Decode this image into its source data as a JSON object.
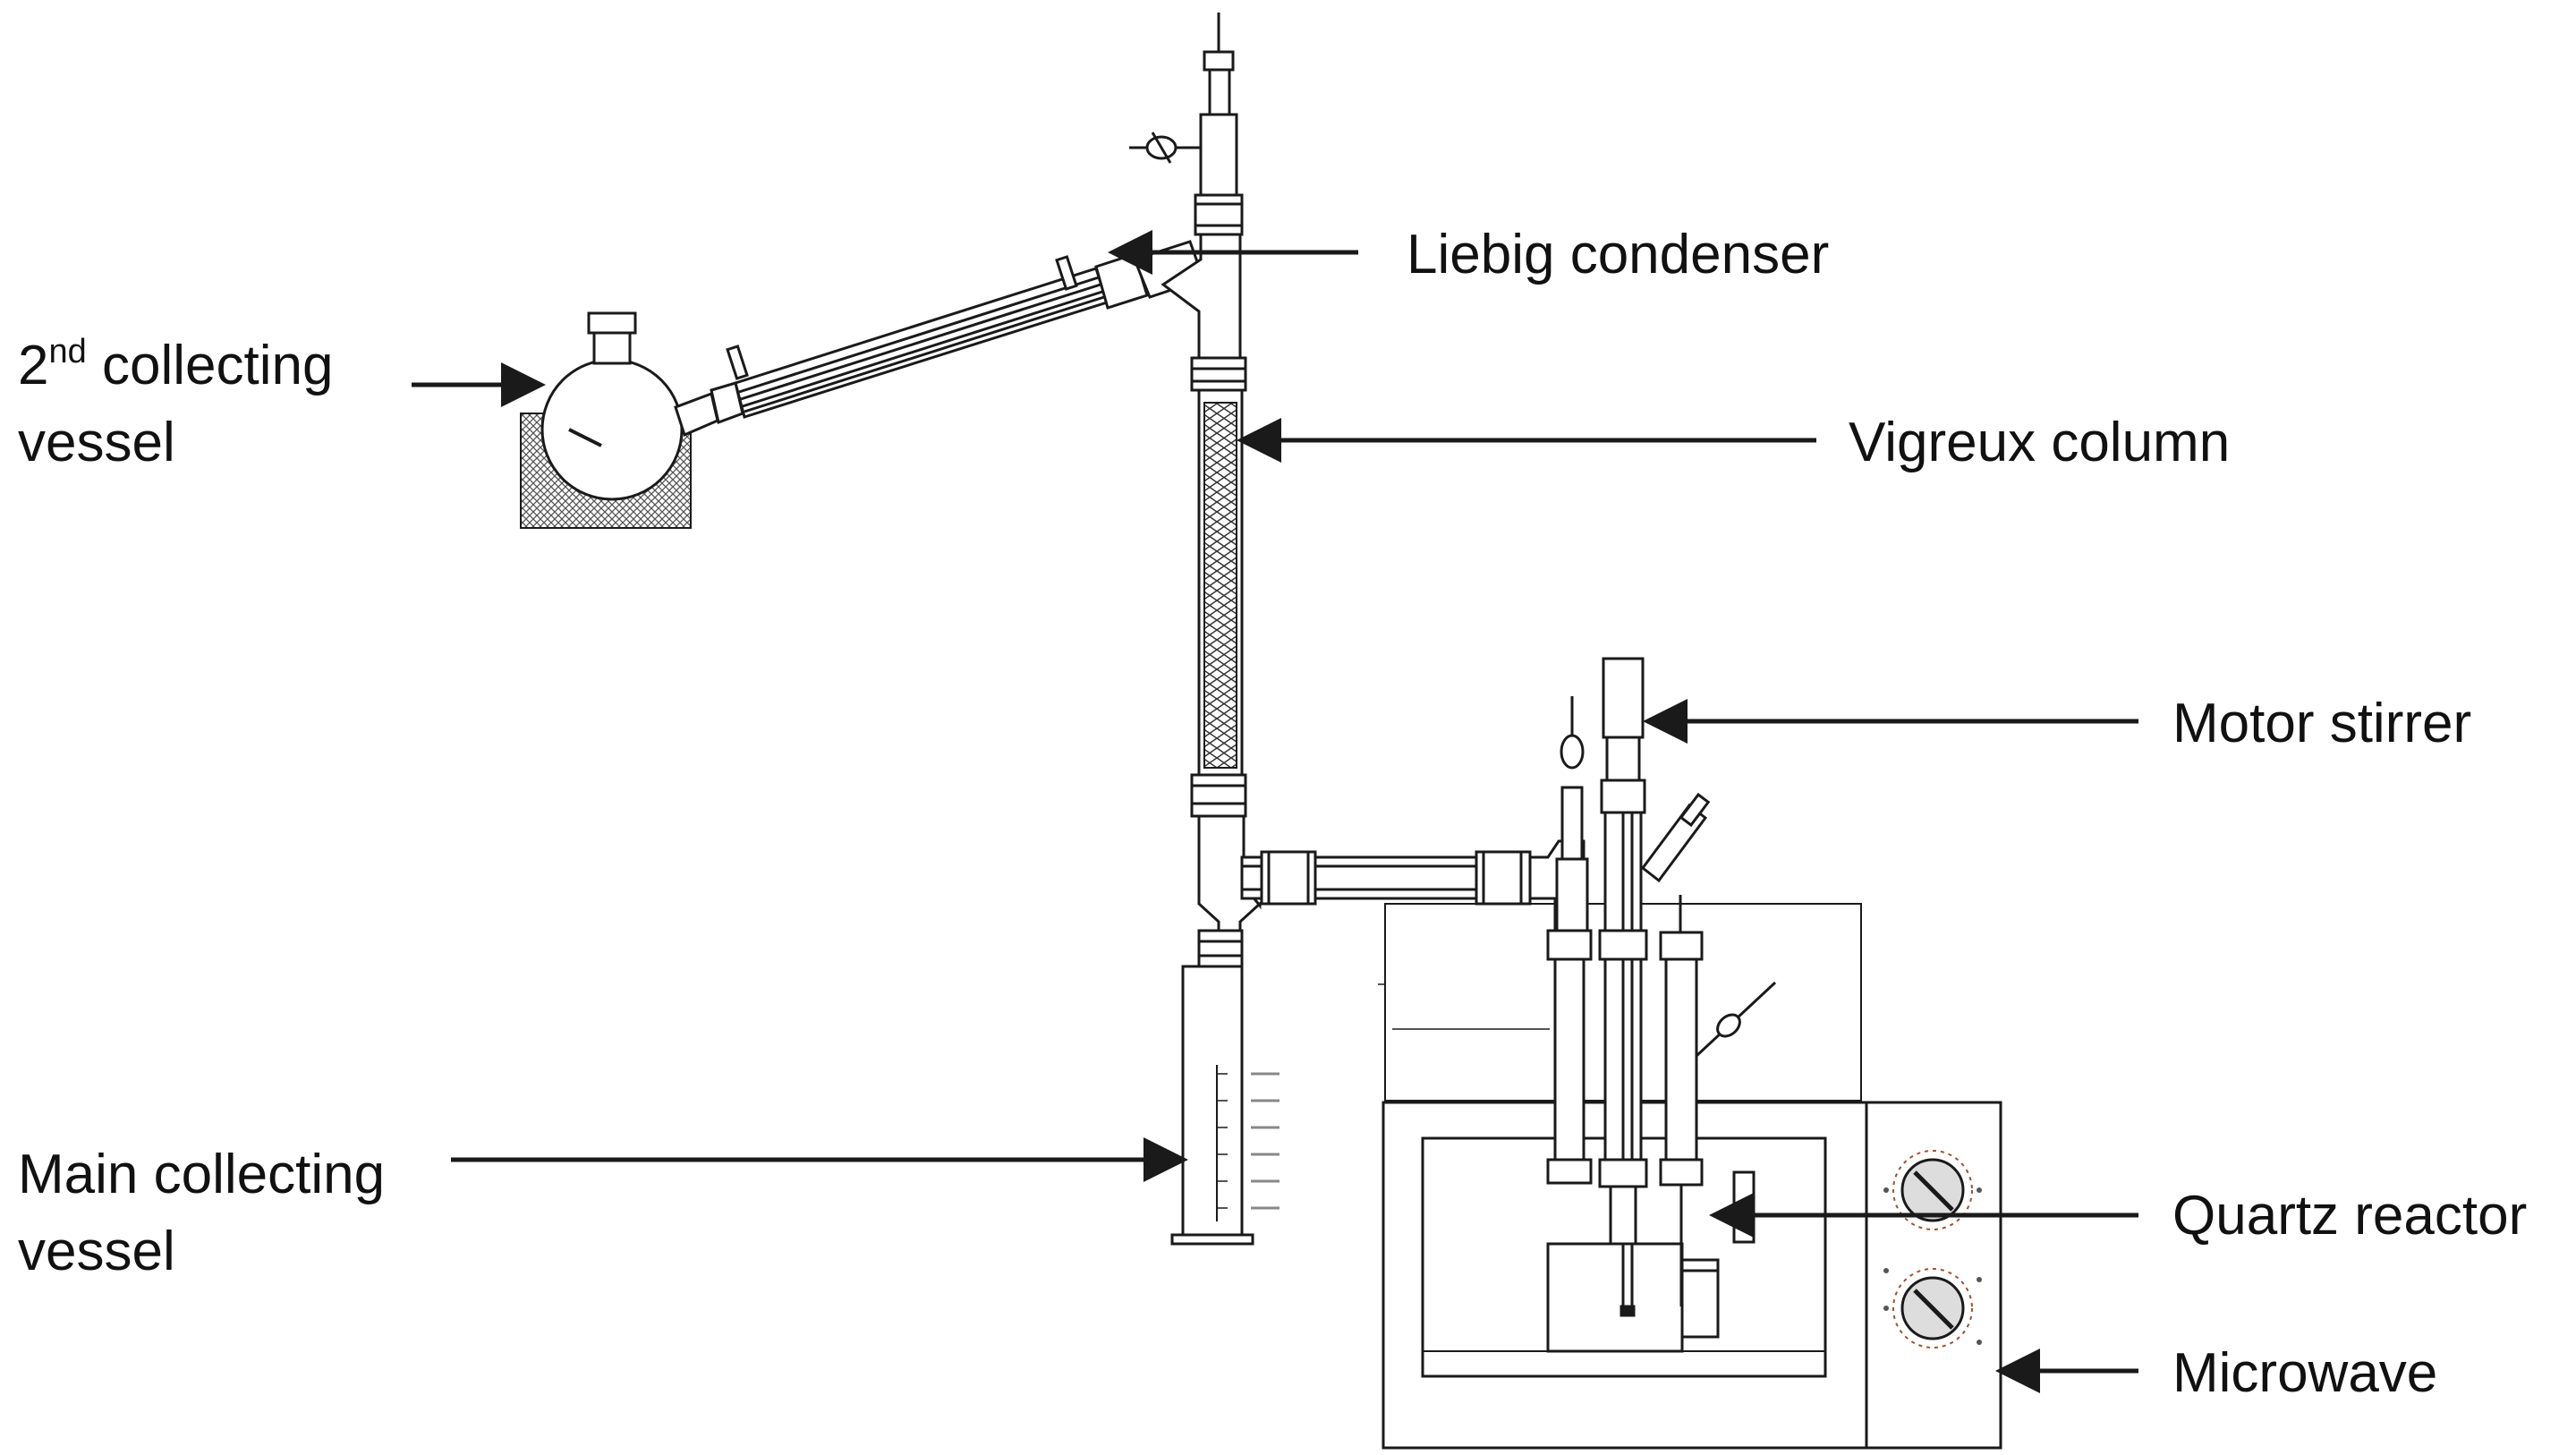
{
  "diagram": {
    "labels": {
      "second_collecting": {
        "number": "2",
        "suffix": "nd",
        "line1_rest": " collecting",
        "line2": "vessel"
      },
      "liebig": "Liebig condenser",
      "vigreux": "Vigreux column",
      "motor": "Motor stirrer",
      "main_collecting": {
        "line1": "Main collecting",
        "line2": "vessel"
      },
      "quartz": "Quartz reactor",
      "microwave": "Microwave"
    },
    "colors": {
      "stroke": "#1a1a1a",
      "text": "#111111",
      "knob_ring": "#a0522d",
      "bath_hatch": "#555555"
    }
  }
}
